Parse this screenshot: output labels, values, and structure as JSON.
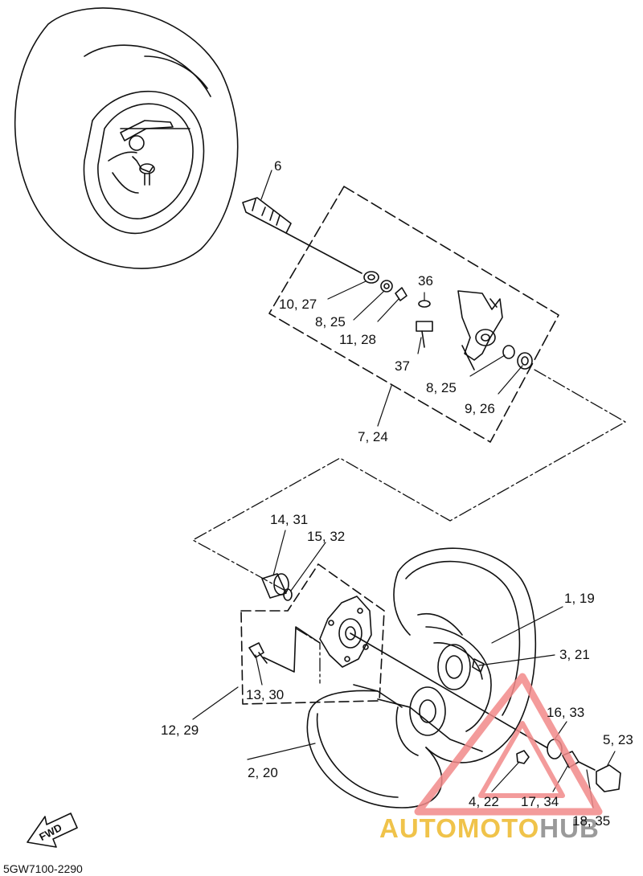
{
  "labels": {
    "p6": "6",
    "p10_27": "10, 27",
    "p8_25a": "8, 25",
    "p11_28": "11, 28",
    "p36": "36",
    "p37": "37",
    "p8_25b": "8, 25",
    "p9_26": "9, 26",
    "p7_24": "7, 24",
    "p14_31": "14, 31",
    "p15_32": "15, 32",
    "p1_19": "1, 19",
    "p3_21": "3, 21",
    "p13_30": "13, 30",
    "p12_29": "12, 29",
    "p16_33": "16, 33",
    "p5_23": "5, 23",
    "p2_20": "2, 20",
    "p4_22": "4, 22",
    "p17_34": "17, 34",
    "p18_35": "18, 35"
  },
  "fwd": "FWD",
  "diagram_code": "5GW7100-2290",
  "watermark": {
    "part1": "AUTOMOTO",
    "part2": "HUB",
    "color1": "#f0c34a",
    "color2": "#9a9a9a",
    "logo_color": "#f28a8a"
  }
}
